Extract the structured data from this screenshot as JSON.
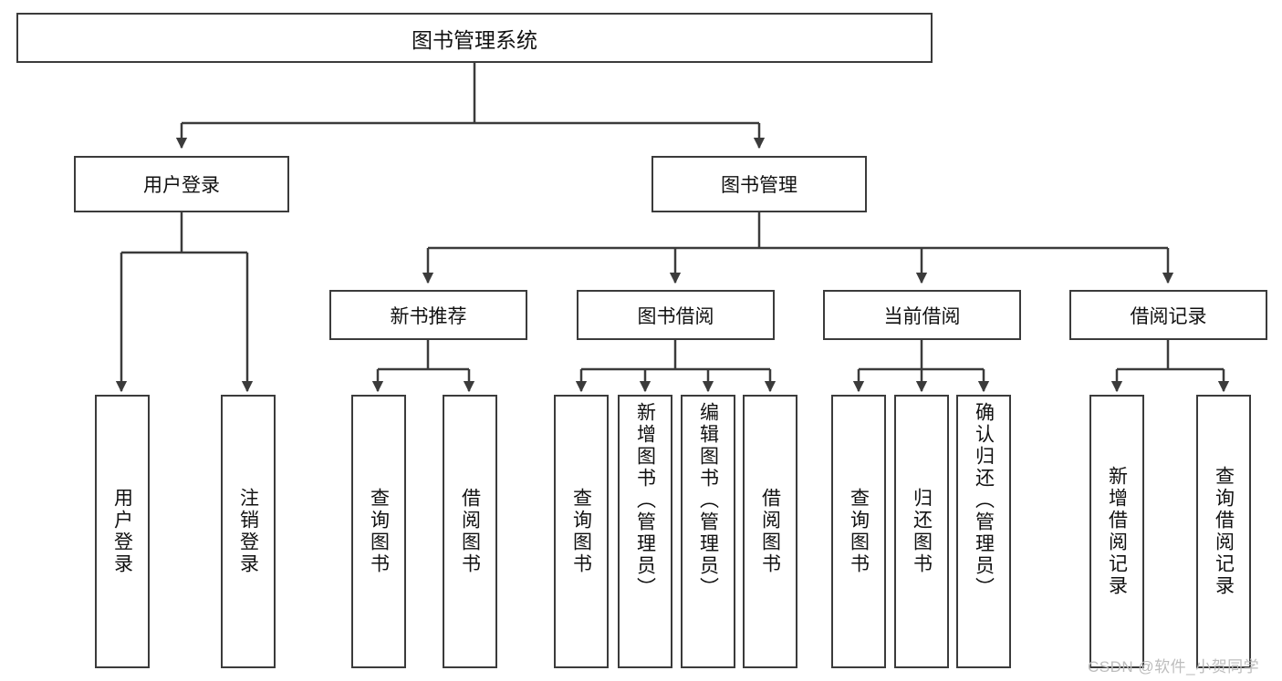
{
  "diagram": {
    "type": "tree",
    "root": {
      "label": "图书管理系统"
    },
    "level2": [
      {
        "label": "用户登录"
      },
      {
        "label": "图书管理"
      }
    ],
    "level3": [
      {
        "label": "新书推荐"
      },
      {
        "label": "图书借阅"
      },
      {
        "label": "当前借阅"
      },
      {
        "label": "借阅记录"
      }
    ],
    "leaves": {
      "user_login": [
        {
          "label": "用户登录"
        },
        {
          "label": "注销登录"
        }
      ],
      "new_book_recommend": [
        {
          "label": "查询图书"
        },
        {
          "label": "借阅图书"
        }
      ],
      "book_borrow": [
        {
          "label": "查询图书"
        },
        {
          "label": "新增图书（管理员）"
        },
        {
          "label": "编辑图书（管理员）"
        },
        {
          "label": "借阅图书"
        }
      ],
      "current_borrow": [
        {
          "label": "查询图书"
        },
        {
          "label": "归还图书"
        },
        {
          "label": "确认归还（管理员）"
        }
      ],
      "borrow_record": [
        {
          "label": "新增借阅记录"
        },
        {
          "label": "查询借阅记录"
        }
      ]
    }
  },
  "watermark": {
    "text": "CSDN @软件_小贺同学"
  },
  "colors": {
    "border": "#3b3b3b",
    "background": "#ffffff",
    "text": "#111111",
    "watermark": "#bdbdbd"
  }
}
